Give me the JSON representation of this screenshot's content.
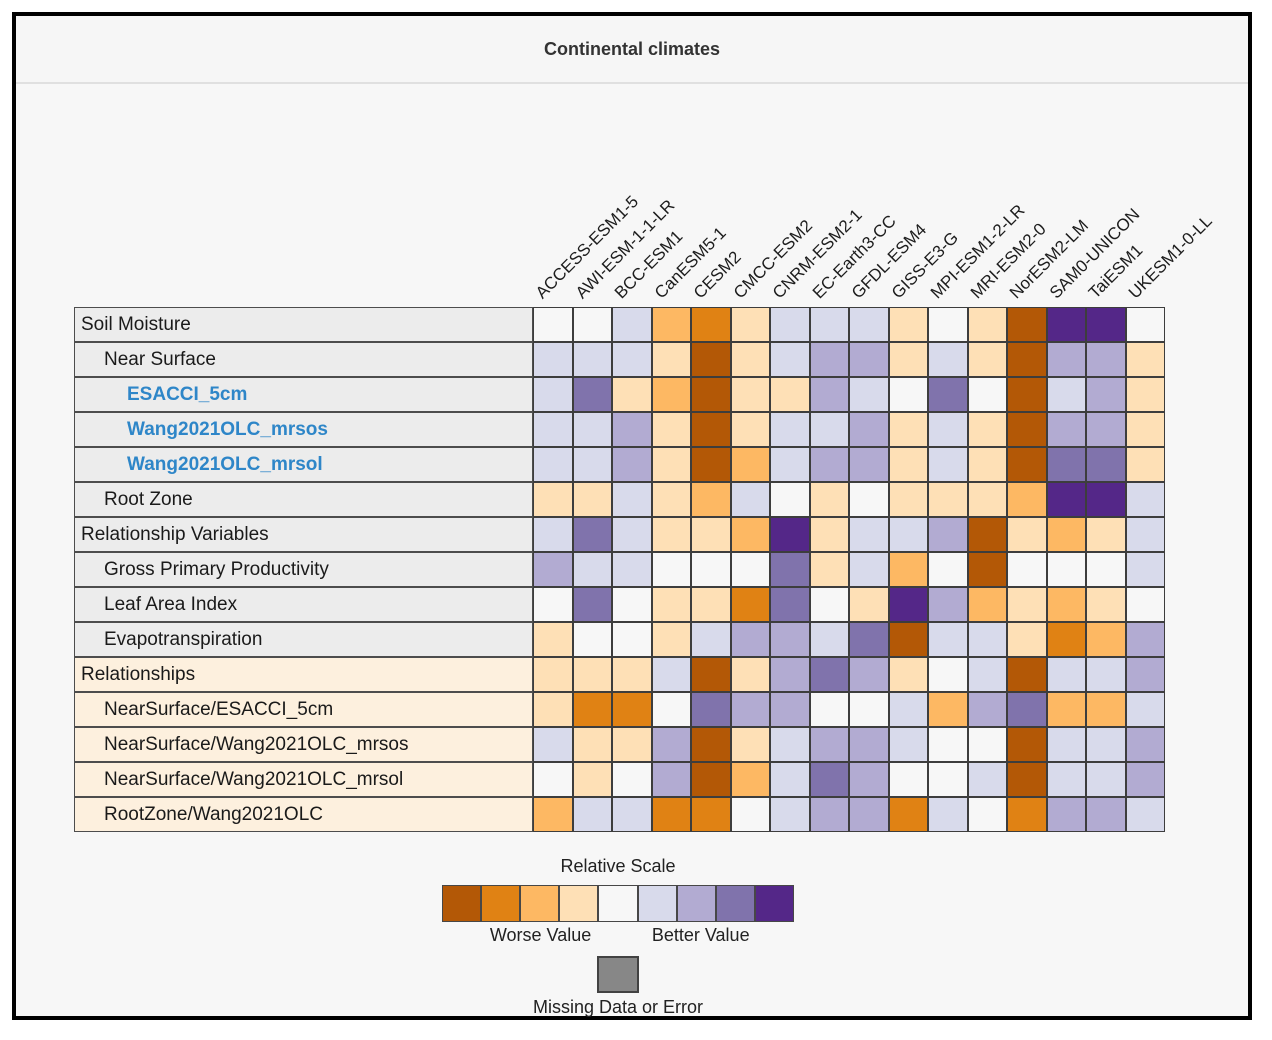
{
  "header": {
    "title": "Continental climates"
  },
  "legend": {
    "title": "Relative Scale",
    "worse_label": "Worse Value",
    "better_label": "Better Value",
    "missing_label": "Missing Data or Error"
  },
  "chart_data": {
    "type": "heatmap",
    "title": "Continental climates",
    "value_encoding": "Each value is a color-bin index 0-8 on the discrete 'Relative Scale' colormap: 0 = worst (dark orange), 4 = neutral (white), 8 = best (dark purple). Values read from cell colors.",
    "palette": [
      "#b35806",
      "#e08214",
      "#fdb863",
      "#fee0b6",
      "#f7f7f7",
      "#d8daeb",
      "#b2abd2",
      "#8073ac",
      "#542788"
    ],
    "missing_color": "#878787",
    "link_color": "#2e86c8",
    "row_section_colors": {
      "scalar": "#ececec",
      "relationship": "#fdf0de"
    },
    "columns": [
      "ACCESS-ESM1-5",
      "AWI-ESM-1-1-LR",
      "BCC-ESM1",
      "CanESM5-1",
      "CESM2",
      "CMCC-ESM2",
      "CNRM-ESM2-1",
      "EC-Earth3-CC",
      "GFDL-ESM4",
      "GISS-E3-G",
      "MPI-ESM1-2-LR",
      "MRI-ESM2-0",
      "NorESM2-LM",
      "SAM0-UNICON",
      "TaiESM1",
      "UKESM1-0-LL"
    ],
    "rows": [
      {
        "label": "Soil Moisture",
        "indent": 0,
        "section": "scalar",
        "link": false,
        "values": [
          4,
          4,
          5,
          2,
          1,
          3,
          5,
          5,
          5,
          3,
          4,
          3,
          0,
          8,
          8,
          4
        ]
      },
      {
        "label": "Near Surface",
        "indent": 1,
        "section": "scalar",
        "link": false,
        "values": [
          5,
          5,
          5,
          3,
          0,
          3,
          5,
          6,
          6,
          3,
          5,
          3,
          0,
          6,
          6,
          3
        ]
      },
      {
        "label": "ESACCI_5cm",
        "indent": 2,
        "section": "scalar",
        "link": true,
        "values": [
          5,
          7,
          3,
          2,
          0,
          3,
          3,
          6,
          5,
          4,
          7,
          4,
          0,
          5,
          6,
          3
        ]
      },
      {
        "label": "Wang2021OLC_mrsos",
        "indent": 2,
        "section": "scalar",
        "link": true,
        "values": [
          5,
          5,
          6,
          3,
          0,
          3,
          5,
          5,
          6,
          3,
          5,
          3,
          0,
          6,
          6,
          3
        ]
      },
      {
        "label": "Wang2021OLC_mrsol",
        "indent": 2,
        "section": "scalar",
        "link": true,
        "values": [
          5,
          5,
          6,
          3,
          0,
          2,
          5,
          6,
          6,
          3,
          5,
          3,
          0,
          7,
          7,
          3
        ]
      },
      {
        "label": "Root Zone",
        "indent": 1,
        "section": "scalar",
        "link": false,
        "values": [
          3,
          3,
          5,
          3,
          2,
          5,
          4,
          3,
          4,
          3,
          3,
          3,
          2,
          8,
          8,
          5
        ]
      },
      {
        "label": "Relationship Variables",
        "indent": 0,
        "section": "scalar",
        "link": false,
        "values": [
          5,
          7,
          5,
          3,
          3,
          2,
          8,
          3,
          5,
          5,
          6,
          0,
          3,
          2,
          3,
          5
        ]
      },
      {
        "label": "Gross Primary Productivity",
        "indent": 1,
        "section": "scalar",
        "link": false,
        "values": [
          6,
          5,
          5,
          4,
          4,
          4,
          7,
          3,
          5,
          2,
          4,
          0,
          4,
          4,
          4,
          5
        ]
      },
      {
        "label": "Leaf Area Index",
        "indent": 1,
        "section": "scalar",
        "link": false,
        "values": [
          4,
          7,
          4,
          3,
          3,
          1,
          7,
          4,
          3,
          8,
          6,
          2,
          3,
          2,
          3,
          4
        ]
      },
      {
        "label": "Evapotranspiration",
        "indent": 1,
        "section": "scalar",
        "link": false,
        "values": [
          3,
          4,
          4,
          3,
          5,
          6,
          6,
          5,
          7,
          0,
          5,
          5,
          3,
          1,
          2,
          6
        ]
      },
      {
        "label": "Relationships",
        "indent": 0,
        "section": "relationship",
        "link": false,
        "values": [
          3,
          3,
          3,
          5,
          0,
          3,
          6,
          7,
          6,
          3,
          4,
          5,
          0,
          5,
          5,
          6
        ]
      },
      {
        "label": "NearSurface/ESACCI_5cm",
        "indent": 1,
        "section": "relationship",
        "link": false,
        "values": [
          3,
          1,
          1,
          4,
          7,
          6,
          6,
          4,
          4,
          5,
          2,
          6,
          7,
          2,
          2,
          5
        ]
      },
      {
        "label": "NearSurface/Wang2021OLC_mrsos",
        "indent": 1,
        "section": "relationship",
        "link": false,
        "values": [
          5,
          3,
          3,
          6,
          0,
          3,
          5,
          6,
          6,
          5,
          4,
          4,
          0,
          5,
          5,
          6
        ]
      },
      {
        "label": "NearSurface/Wang2021OLC_mrsol",
        "indent": 1,
        "section": "relationship",
        "link": false,
        "values": [
          4,
          3,
          4,
          6,
          0,
          2,
          5,
          7,
          6,
          4,
          4,
          5,
          0,
          5,
          5,
          6
        ]
      },
      {
        "label": "RootZone/Wang2021OLC",
        "indent": 1,
        "section": "relationship",
        "link": false,
        "values": [
          2,
          5,
          5,
          1,
          1,
          4,
          5,
          6,
          6,
          1,
          5,
          4,
          1,
          6,
          6,
          5
        ]
      }
    ]
  }
}
